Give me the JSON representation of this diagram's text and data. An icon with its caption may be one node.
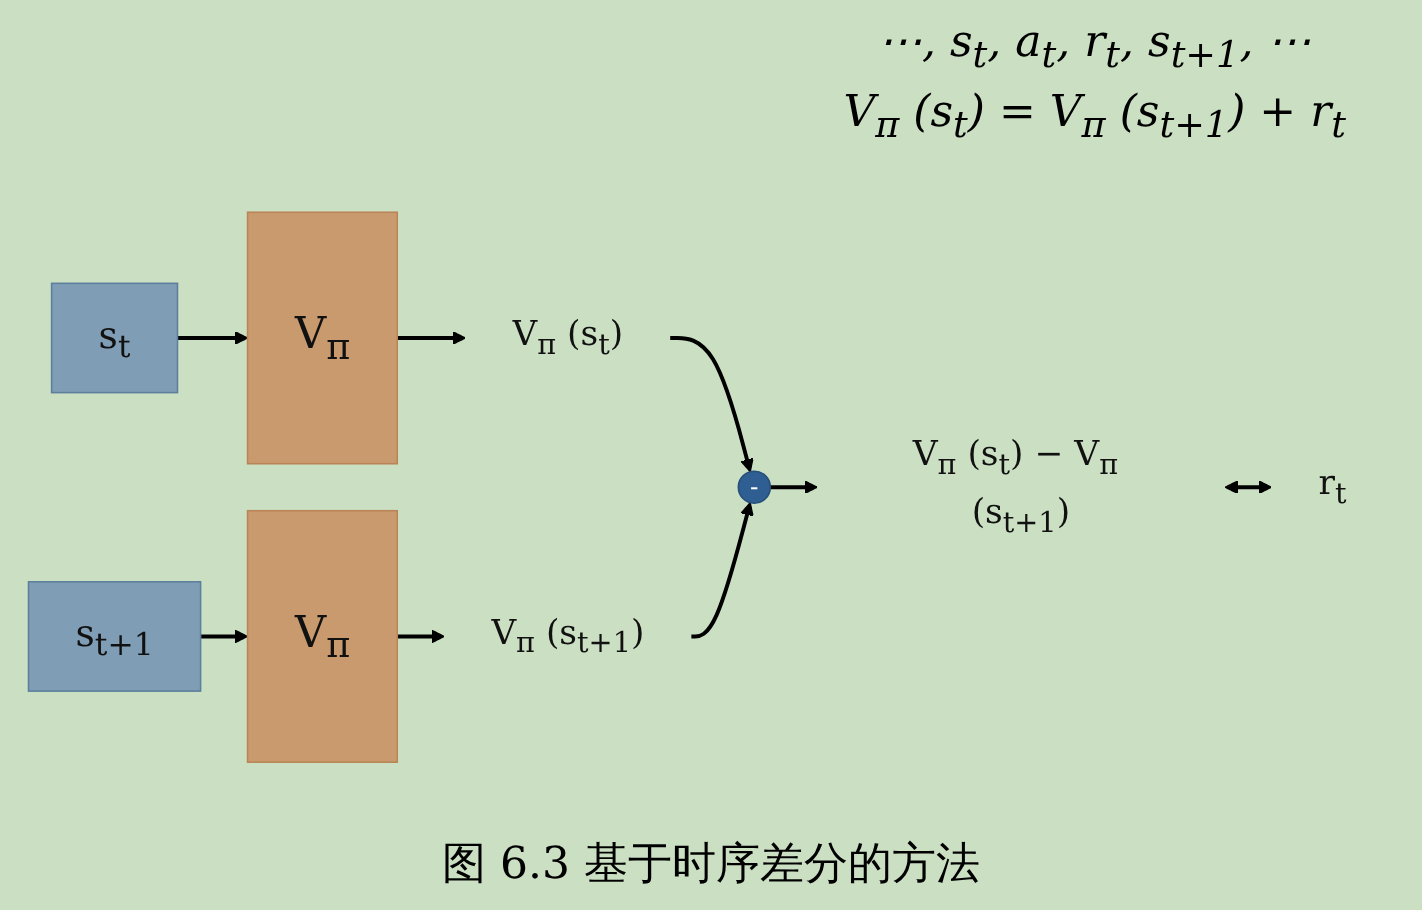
{
  "diagram": {
    "caption": "图 6.3 基于时序差分的方法",
    "nodes": [
      {
        "text": [
          "s$_{t}$"
        ]
      },
      {
        "text": [
          "V$_{π}$"
        ]
      },
      {
        "text": [
          "V$_{π}$ (s$_{t}$)"
        ]
      },
      {
        "text": [
          "s$_{t+1}$"
        ]
      },
      {
        "text": [
          "V$_{π}$"
        ]
      },
      {
        "text": [
          "V$_{π}$ (s$_{t+1}$)"
        ]
      },
      {
        "text": [
          "-"
        ]
      },
      {
        "text": [
          "V$_{π}$ (s$_{t}$) − V$_{π}$ (s$_{t+1}$)"
        ]
      },
      {
        "text": [
          "r$_{t}$"
        ]
      }
    ],
    "edges": [
      {
        "from": 0,
        "to": 1,
        "arrow": "to"
      },
      {
        "from": 1,
        "to": 2,
        "arrow": "to"
      },
      {
        "from": 3,
        "to": 4,
        "arrow": "to"
      },
      {
        "from": 4,
        "to": 5,
        "arrow": "to"
      },
      {
        "from": 2,
        "to": 6,
        "arrow": "to"
      },
      {
        "from": 5,
        "to": 6,
        "arrow": "to"
      },
      {
        "from": 6,
        "to": 7,
        "arrow": "to"
      },
      {
        "from": 7,
        "to": 8,
        "arrow": "both"
      }
    ],
    "labels": [
      "⋯, s$_{t}$, a$_{t}$, r$_{t}$, s$_{t+1}$, ⋯",
      "V$_{π}$ (s$_{t}$) = V$_{π}$ (s$_{t+1}$) + r$_{t}$"
    ]
  }
}
